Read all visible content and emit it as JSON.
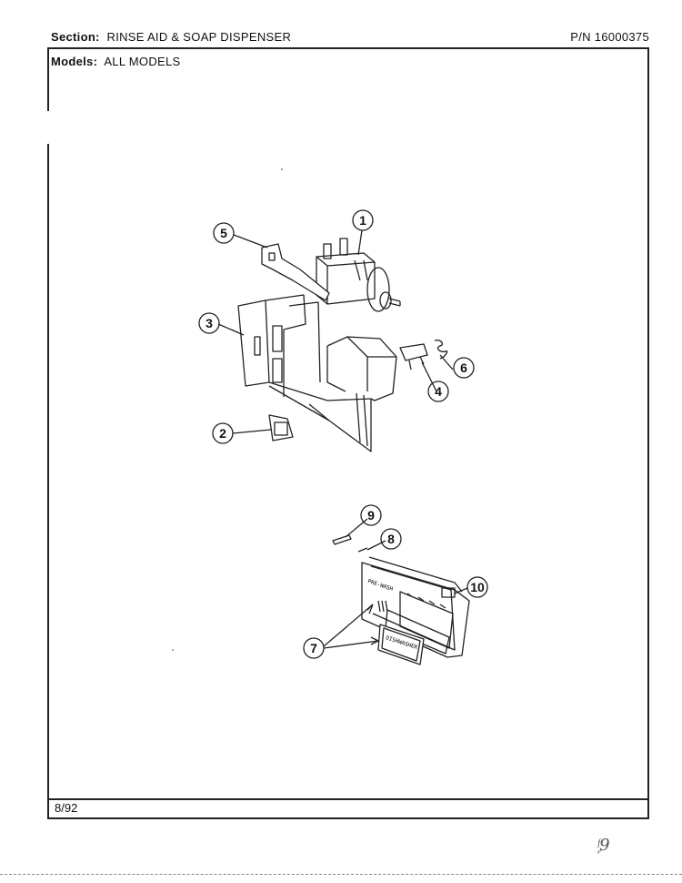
{
  "header": {
    "section_label": "Section:",
    "section_value": "RINSE AID & SOAP DISPENSER",
    "part_number": "P/N 16000375",
    "models_label": "Models:",
    "models_value": "ALL MODELS"
  },
  "footer": {
    "date": "8/92",
    "handwritten_mark": "ᶠ᷊9"
  },
  "callouts": [
    "1",
    "2",
    "3",
    "4",
    "5",
    "6",
    "7",
    "8",
    "9",
    "10"
  ],
  "part_labels": {
    "panel_text": "PRE-WASH",
    "label_text": "DISHWASHER"
  }
}
